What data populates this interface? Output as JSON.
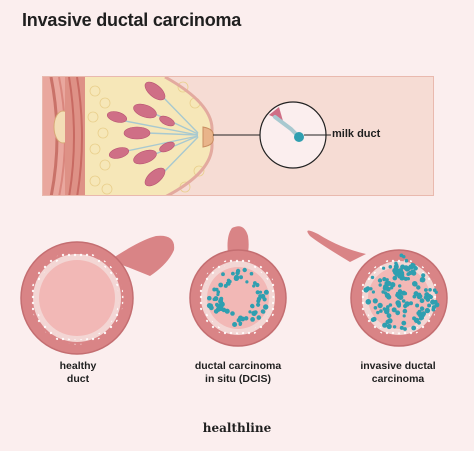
{
  "title": "Invasive ductal carcinoma",
  "callout": "milk duct",
  "captions": {
    "healthy": [
      "healthy",
      "duct"
    ],
    "dcis": [
      "ductal carcinoma",
      "in situ (DCIS)"
    ],
    "idc": [
      "invasive ductal",
      "carcinoma"
    ]
  },
  "brand": "healthline",
  "colors": {
    "background": "#fbeeee",
    "duct_wall": "#d98486",
    "duct_lumen": "#f2b8b6",
    "cancer_cells": "#2f9fb0",
    "fat": "#f6e7b8"
  }
}
